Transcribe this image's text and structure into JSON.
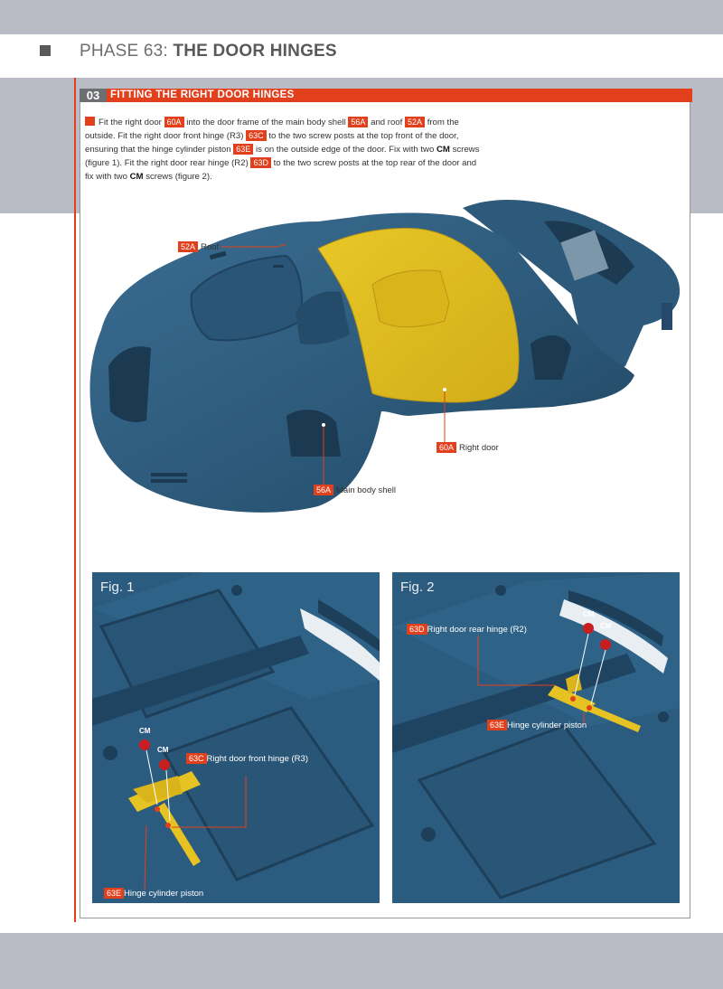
{
  "header": {
    "phase": "PHASE 63:",
    "title": "THE DOOR HINGES"
  },
  "step": {
    "number": "03",
    "title": "FITTING THE RIGHT DOOR HINGES"
  },
  "instructions": {
    "t1": "Fit the right door",
    "p60A": "60A",
    "t2": "into the door frame of the main body shell",
    "p56A": "56A",
    "t3": "and roof",
    "p52A": "52A",
    "t4": "from the outside. Fit the right door front hinge (R3)",
    "p63C": "63C",
    "t5": "to the two screw posts at the top front of the door, ensuring that the hinge cylinder piston",
    "p63E": "63E",
    "t6": "is on the outside edge of the door. Fix with two",
    "cm1": "CM",
    "t7": "screws (figure 1). Fit the right door rear hinge (R2)",
    "p63D": "63D",
    "t8": "to the two screw posts at the top rear of the door and fix with two",
    "cm2": "CM",
    "t9": "screws (figure 2)."
  },
  "main_callouts": {
    "roof": {
      "code": "52A",
      "label": "Roof"
    },
    "right_door": {
      "code": "60A",
      "label": "Right door"
    },
    "body_shell": {
      "code": "56A",
      "label": "Main body shell"
    }
  },
  "fig1": {
    "title": "Fig. 1",
    "cm_a": "CM",
    "cm_b": "CM",
    "hinge": {
      "code": "63C",
      "label": "Right door front hinge (R3)"
    },
    "piston": {
      "code": "63E",
      "label": "Hinge cylinder piston"
    }
  },
  "fig2": {
    "title": "Fig. 2",
    "cm_a": "CM",
    "cm_b": "CM",
    "hinge": {
      "code": "63D",
      "label": "Right door rear hinge (R2)"
    },
    "piston": {
      "code": "63E",
      "label": "Hinge cylinder piston"
    }
  },
  "colors": {
    "accent": "#e2401c",
    "body_blue": "#2b5b7e",
    "part_yellow": "#e6c322",
    "band_grey": "#b9bcc4"
  }
}
